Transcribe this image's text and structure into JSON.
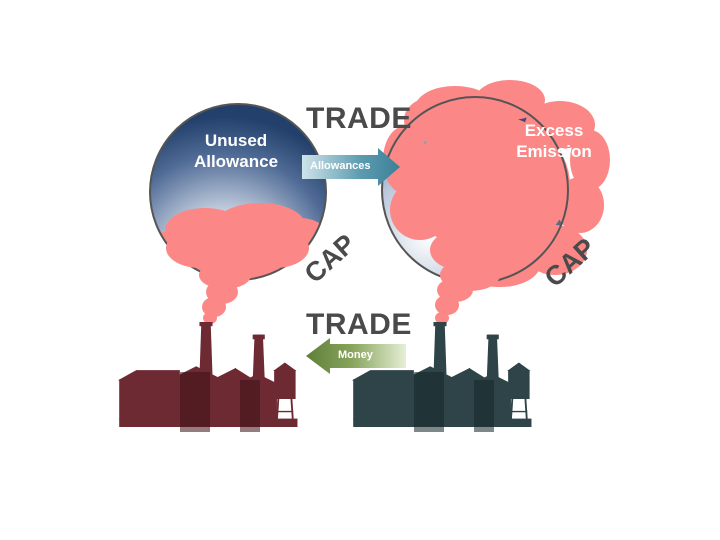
{
  "trade_top": "TRADE",
  "trade_bottom": "TRADE",
  "left_bubble": {
    "line1": "Unused",
    "line2": "Allowance"
  },
  "right_bubble": {
    "line1": "Excess",
    "line2": "Emission"
  },
  "cap_left": "CAP",
  "cap_right": "CAP",
  "allowances_arrow": "Allowances",
  "money_arrow": "Money",
  "colors": {
    "bubble_dark": "#2b4670",
    "bubble_light": "#ffffff",
    "smoke": "#fb8887",
    "factory_left": "#6e2a33",
    "factory_right": "#2e4448",
    "allowances_arrow": "#4a8fa2",
    "money_arrow": "#6f8f45",
    "text": "#4a4a4a"
  },
  "icons": {
    "left_factory": "factory-icon",
    "right_factory": "factory-icon"
  }
}
